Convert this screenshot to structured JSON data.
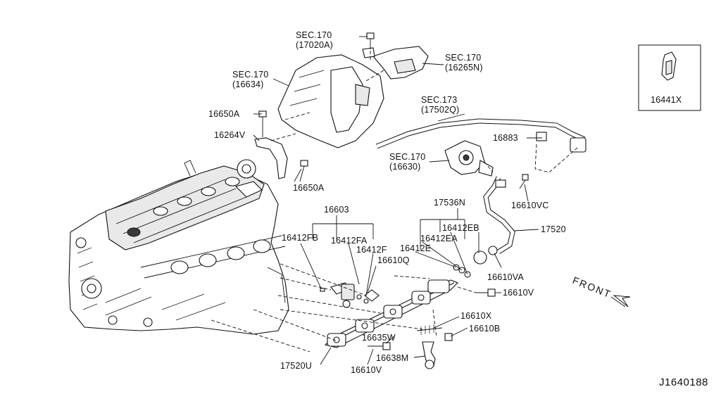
{
  "diagram_code": "J1640188",
  "front_label": "FRONT",
  "callouts": {
    "sec170_17020a_a": "SEC.170",
    "sec170_17020a_b": "(17020A)",
    "sec170_16265n_a": "SEC.170",
    "sec170_16265n_b": "(16265N)",
    "sec170_16634_a": "SEC.170",
    "sec170_16634_b": "(16634)",
    "sec173_17502q_a": "SEC.173",
    "sec173_17502q_b": "(17502Q)",
    "sec170_16630_a": "SEC.170",
    "sec170_16630_b": "(16630)",
    "p16650a_top": "16650A",
    "p16264v": "16264V",
    "p16650a_bot": "16650A",
    "p16883": "16883",
    "p16441x": "16441X",
    "p16610vc": "16610VC",
    "p17536n": "17536N",
    "p16603": "16603",
    "p16412fb": "16412FB",
    "p16412fa": "16412FA",
    "p16412f": "16412F",
    "p16412eb": "16412EB",
    "p16412ea": "16412EA",
    "p16412e": "16412E",
    "p17520": "17520",
    "p16610q": "16610Q",
    "p16610va": "16610VA",
    "p16610v_right": "16610V",
    "p16610x": "16610X",
    "p16610b": "16610B",
    "p16635w": "16635W",
    "p16638m": "16638M",
    "p17520u": "17520U",
    "p16610v_bottom": "16610V"
  }
}
